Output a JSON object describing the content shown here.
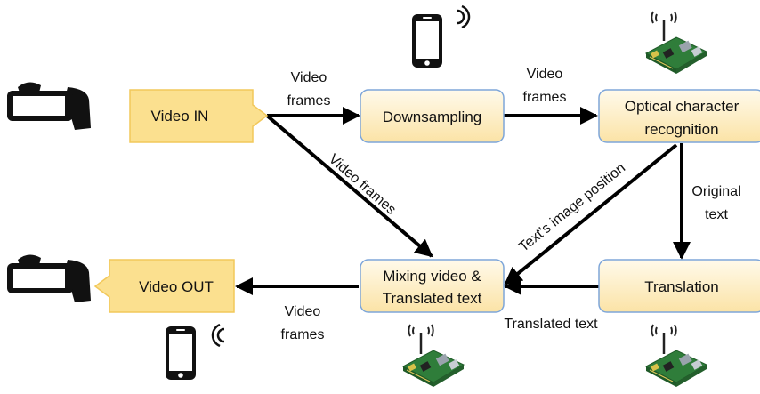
{
  "nodes": {
    "video_in": "Video IN",
    "downsampling": "Downsampling",
    "ocr": [
      "Optical character",
      "recognition"
    ],
    "mixing": [
      "Mixing video &",
      "Translated text"
    ],
    "translation": "Translation",
    "video_out": "Video OUT"
  },
  "edges": {
    "in_to_down": [
      "Video",
      "frames"
    ],
    "down_to_ocr": [
      "Video",
      "frames"
    ],
    "in_to_mix": "Video frames",
    "ocr_to_trans": [
      "Original",
      "text"
    ],
    "ocr_to_mix": "Text’s image position",
    "trans_to_mix": "Translated text",
    "mix_to_out": [
      "Video",
      "frames"
    ]
  },
  "icons": {
    "hand_in": "hand-holding-phone-icon",
    "hand_out": "hand-holding-phone-icon",
    "phone_top": "smartphone-icon",
    "phone_bottom": "smartphone-icon",
    "pi_top": "raspberry-pi-board-icon",
    "pi_mid": "raspberry-pi-board-icon",
    "pi_right": "raspberry-pi-board-icon"
  },
  "colors": {
    "process_fill_top": "#fffaeb",
    "process_fill_bottom": "#fbe3a6",
    "process_stroke": "#7ea6d9",
    "io_fill": "#fbe08f",
    "io_stroke": "#f2c85a",
    "arrow": "#000000"
  }
}
